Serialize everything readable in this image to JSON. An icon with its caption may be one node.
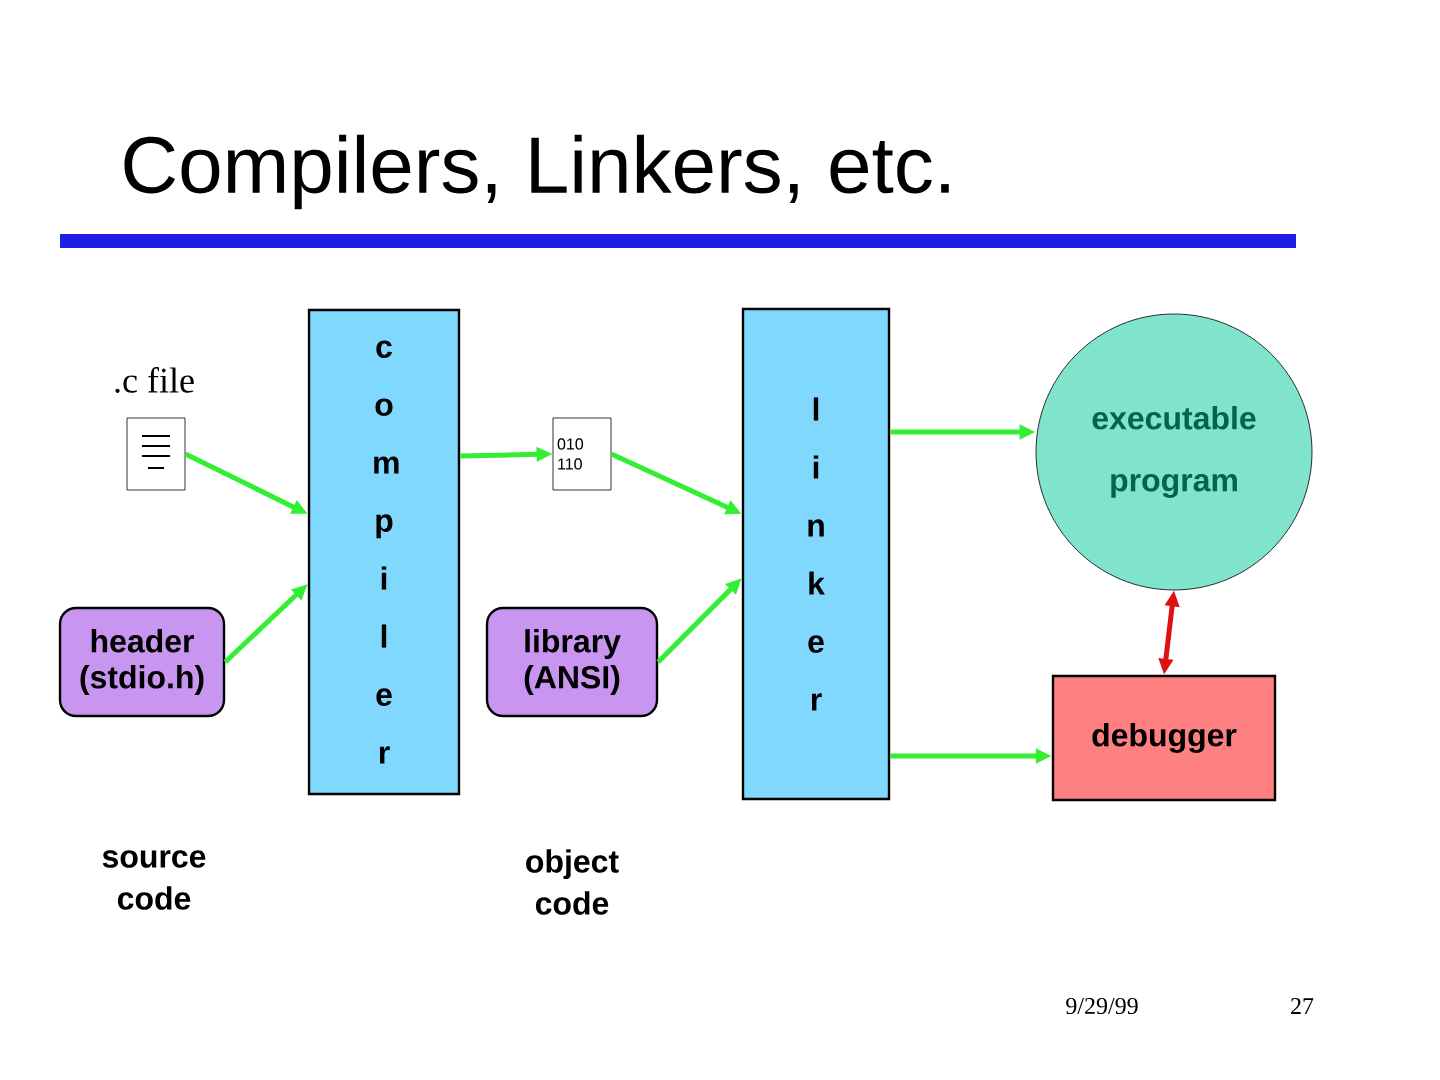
{
  "diagram": {
    "title": "Compilers, Linkers, etc.",
    "nodes": [
      {
        "text": [
          ".c file"
        ]
      },
      {
        "text": [
          "header (stdio.h)"
        ]
      },
      {
        "text": [
          "c o m p i l e r"
        ]
      },
      {
        "text": [
          "010 110"
        ]
      },
      {
        "text": [
          "library (ANSI)"
        ]
      },
      {
        "text": [
          "l i n k e r"
        ]
      },
      {
        "text": [
          "executable program"
        ]
      },
      {
        "text": [
          "debugger"
        ]
      }
    ],
    "edges": [
      {
        "from": 0,
        "to": 2,
        "arrow": "to"
      },
      {
        "from": 1,
        "to": 2,
        "arrow": "to"
      },
      {
        "from": 2,
        "to": 3,
        "arrow": "to"
      },
      {
        "from": 3,
        "to": 5,
        "arrow": "to"
      },
      {
        "from": 4,
        "to": 5,
        "arrow": "to"
      },
      {
        "from": 5,
        "to": 6,
        "arrow": "to"
      },
      {
        "from": 5,
        "to": 7,
        "arrow": "to"
      },
      {
        "from": 6,
        "to": 7,
        "arrow": "both",
        "color": "#dd1111"
      }
    ],
    "labels": [
      "source code",
      "object code",
      "9/29/99",
      "27"
    ]
  }
}
